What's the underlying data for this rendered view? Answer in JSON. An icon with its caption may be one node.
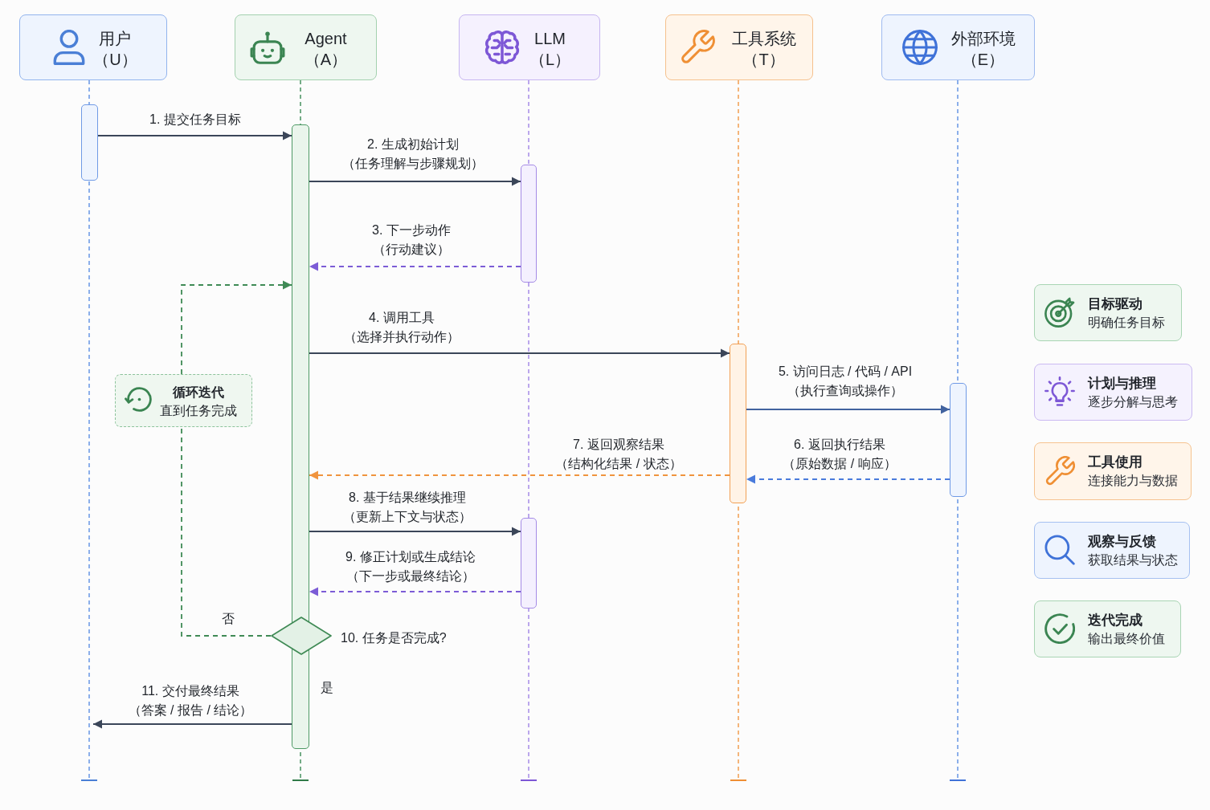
{
  "diagram": {
    "nodes": [
      {
        "text": [
          "用户",
          "（U）"
        ]
      },
      {
        "text": [
          "Agent",
          "（A）"
        ]
      },
      {
        "text": [
          "LLM",
          "（L）"
        ]
      },
      {
        "text": [
          "工具系统",
          "（T）"
        ]
      },
      {
        "text": [
          "外部环境",
          "（E）"
        ]
      },
      {
        "text": [],
        "shape": "bar"
      },
      {
        "text": [],
        "shape": "bar"
      },
      {
        "text": [],
        "shape": "bar"
      },
      {
        "text": [],
        "shape": "bar"
      },
      {
        "text": [],
        "shape": "bar"
      },
      {
        "text": [],
        "shape": "bar"
      },
      {
        "text": [
          "循环迭代",
          "直到任务完成"
        ]
      },
      {
        "text": [],
        "shape": "diamond",
        "beside": [
          "10. 任务是否完成?"
        ]
      },
      {
        "text": [
          "目标驱动",
          "明确任务目标"
        ]
      },
      {
        "text": [
          "计划与推理",
          "逐步分解与思考"
        ]
      },
      {
        "text": [
          "工具使用",
          "连接能力与数据"
        ]
      },
      {
        "text": [
          "观察与反馈",
          "获取结果与状态"
        ]
      },
      {
        "text": [
          "迭代完成",
          "输出最终价值"
        ]
      }
    ],
    "edges": [
      {
        "from": 5,
        "to": 6,
        "arrow": "to",
        "label": "1. 提交任务目标"
      },
      {
        "from": 6,
        "to": 7,
        "arrow": "to",
        "label": "2. 生成初始计划（任务理解与步骤规划）"
      },
      {
        "from": 7,
        "to": 6,
        "arrow": "to",
        "label": "3. 下一步动作（行动建议）",
        "style": "dashed",
        "color": "#7c5cd6"
      },
      {
        "from": 6,
        "to": 8,
        "arrow": "to",
        "label": "4. 调用工具（选择并执行动作）"
      },
      {
        "from": 8,
        "to": 9,
        "arrow": "to",
        "label": "5. 访问日志 / 代码 / API（执行查询或操作）",
        "color": "#42639f"
      },
      {
        "from": 9,
        "to": 8,
        "arrow": "to",
        "label": "6. 返回执行结果（原始数据 / 响应）",
        "style": "dashed",
        "color": "#4a7bdc"
      },
      {
        "from": 8,
        "to": 6,
        "arrow": "to",
        "label": "7. 返回观察结果（结构化结果 / 状态）",
        "style": "dashed",
        "color": "#f0943e"
      },
      {
        "from": 6,
        "to": 10,
        "arrow": "to",
        "label": "8. 基于结果继续推理（更新上下文与状态）"
      },
      {
        "from": 10,
        "to": 6,
        "arrow": "to",
        "label": "9. 修正计划或生成结论（下一步或最终结论）",
        "style": "dashed",
        "color": "#7c5cd6"
      },
      {
        "from": 12,
        "to": 11,
        "arrow": "none",
        "label": "否",
        "style": "dashed",
        "color": "#3f8a55"
      },
      {
        "from": 11,
        "to": 6,
        "arrow": "to",
        "style": "dashed",
        "color": "#3f8a55"
      },
      {
        "from": 6,
        "to": null,
        "arrow": "to",
        "label": "11. 交付最终结果（答案 / 报告 / 结论）"
      }
    ],
    "labels": [
      "是"
    ]
  }
}
